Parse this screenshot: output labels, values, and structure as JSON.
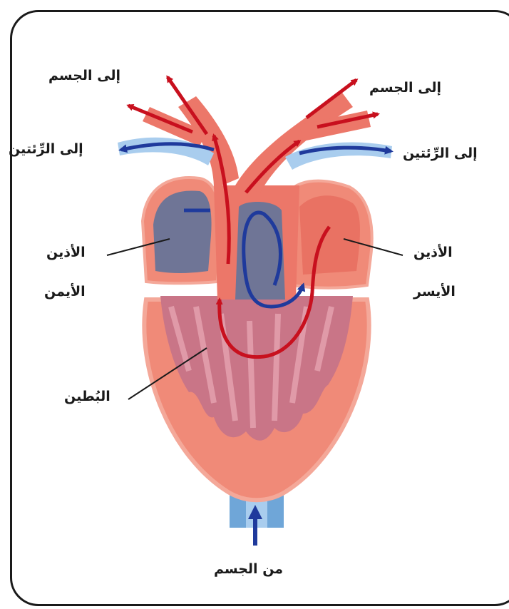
{
  "labels": {
    "to_body_left": "إلى الجسم",
    "to_body_right": "إلى الجسم",
    "to_lungs_left": "إلى الرِّئتين",
    "to_lungs_right": "إلى الرِّئتين",
    "right_atrium_line1": "الأذين",
    "right_atrium_line2": "الأيمن",
    "left_atrium_line1": "الأذين",
    "left_atrium_line2": "الأيسر",
    "ventricle": "البُطين",
    "from_body": "من الجسم"
  },
  "colors": {
    "heart_outer": "#f08a78",
    "heart_inner": "#c97587",
    "right_atrium": "#6f7596",
    "oxygenated_arrow": "#c8101e",
    "deoxygenated_arrow": "#1f3a9c",
    "vessel_red": "#ec7769",
    "vessel_blue": "#6fa6d8"
  }
}
